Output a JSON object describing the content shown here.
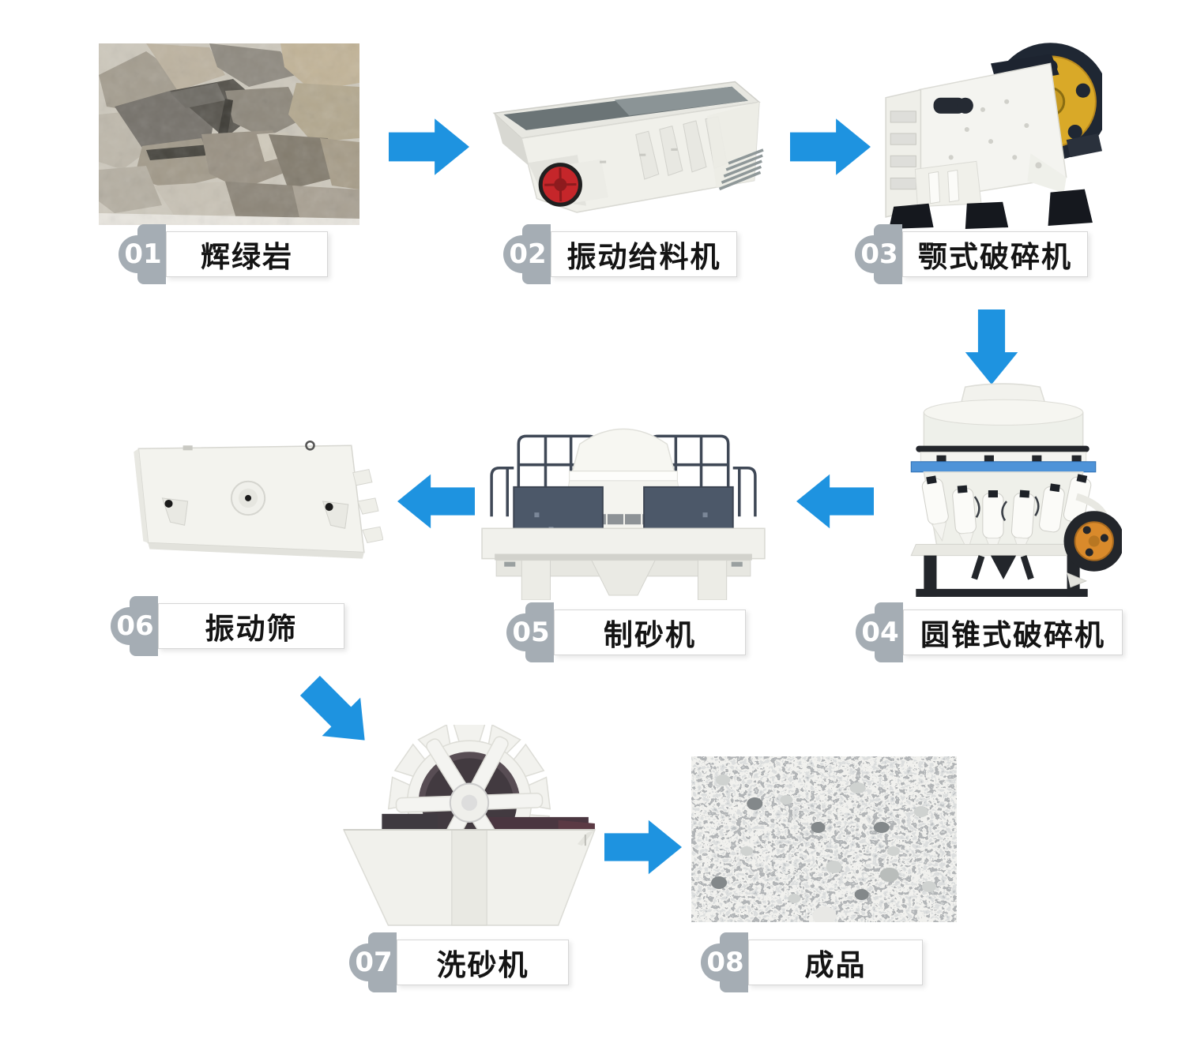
{
  "diagram": {
    "type": "process-flow",
    "steps": [
      {
        "num": "01",
        "label": "辉绿岩"
      },
      {
        "num": "02",
        "label": "振动给料机"
      },
      {
        "num": "03",
        "label": "颚式破碎机"
      },
      {
        "num": "04",
        "label": "圆锥式破碎机"
      },
      {
        "num": "05",
        "label": "制砂机"
      },
      {
        "num": "06",
        "label": "振动筛"
      },
      {
        "num": "07",
        "label": "洗砂机"
      },
      {
        "num": "08",
        "label": "成品"
      }
    ],
    "flow_order": [
      "01",
      "02",
      "03",
      "04",
      "05",
      "06",
      "07",
      "08"
    ],
    "icons": {
      "arrow_right": "arrow-right-icon",
      "arrow_down": "arrow-down-icon",
      "arrow_left": "arrow-left-icon",
      "arrow_down_right": "arrow-diagonal-icon"
    },
    "colors": {
      "arrow_blue": "#1e93e0",
      "badge_gray": "#a5adb4",
      "label_border": "#d6d6d6",
      "label_text": "#141414",
      "flywheel_yellow": "#d9a928",
      "feeder_wheel_red": "#c5262a",
      "cone_wheel_orange": "#d98a2b",
      "cone_band_blue": "#4e93d8",
      "panel_slate": "#4c5869",
      "frame_dark": "#23262b"
    }
  }
}
